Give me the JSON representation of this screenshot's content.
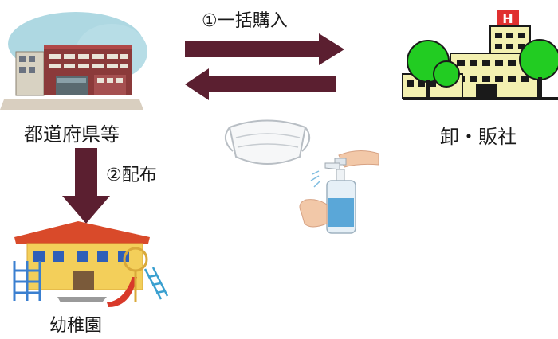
{
  "nodes": {
    "prefecture": {
      "label": "都道府県等"
    },
    "wholesaler": {
      "label": "卸・販社"
    },
    "kindergarten": {
      "label": "幼稚園"
    }
  },
  "edges": {
    "bulk_purchase": {
      "label": "①一括購入"
    },
    "distribution": {
      "label": "②配布"
    }
  },
  "colors": {
    "arrow": "#5b1f30",
    "building_green": "#22cc22",
    "kindergarten_roof": "#d94a2a"
  },
  "icons": [
    "government-building-icon",
    "hospital-company-building-icon",
    "kindergarten-building-icon",
    "face-mask-icon",
    "hand-sanitizer-icon"
  ]
}
